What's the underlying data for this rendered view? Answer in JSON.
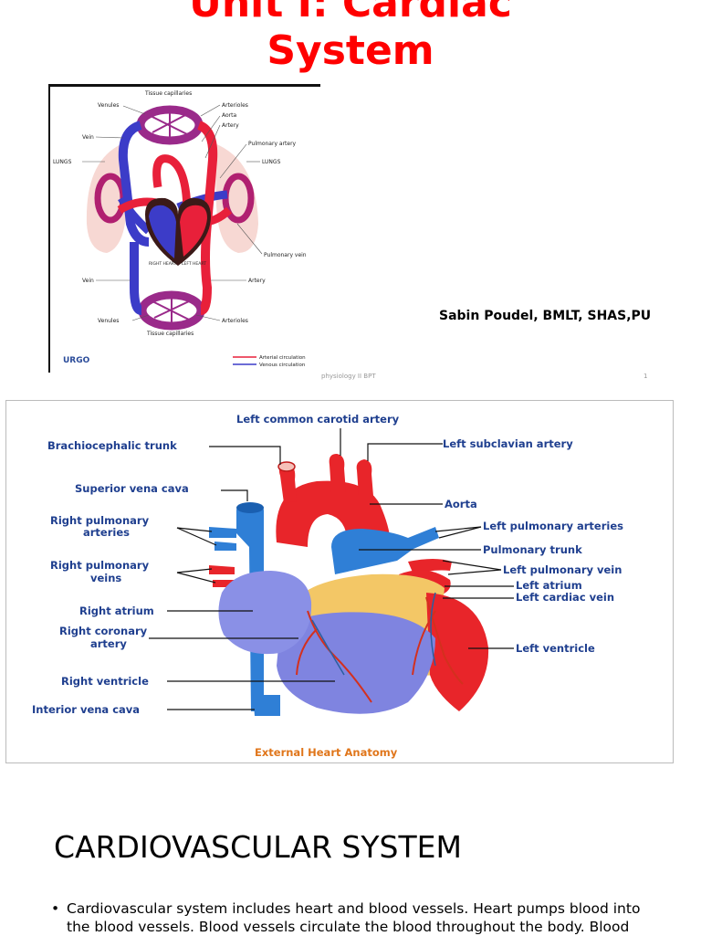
{
  "slide1": {
    "title_line1": "Unit I: Cardiac",
    "title_line2": "System",
    "author": "Sabin Poudel, BMLT, SHAS,PU",
    "footer_left": "physiology II BPT",
    "footer_right": "1",
    "circulation_diagram": {
      "labels": {
        "tissue_capillaries_top": "Tissue capillaries",
        "venules_top": "Venules",
        "arterioles_top": "Arterioles",
        "aorta": "Aorta",
        "artery_top": "Artery",
        "vein_top": "Vein",
        "pulmonary_artery": "Pulmonary artery",
        "lungs_left": "LUNGS",
        "lungs_right": "LUNGS",
        "pulmonary_vein": "Pulmonary vein",
        "right_heart": "RIGHT HEART",
        "left_heart": "LEFT HEART",
        "vein_bottom": "Vein",
        "artery_bottom": "Artery",
        "venules_bottom": "Venules",
        "arterioles_bottom": "Arterioles",
        "tissue_capillaries_bottom": "Tissue capillaries",
        "logo": "URGO",
        "legend_arterial": "Arterial circulation",
        "legend_venous": "Venous circulation"
      },
      "colors": {
        "arterial": "#e8203a",
        "venous": "#3c3cc8"
      }
    }
  },
  "slide2": {
    "heart_diagram": {
      "labels": {
        "left_common_carotid_artery": "Left common carotid artery",
        "brachiocephalic_trunk": "Brachiocephalic trunk",
        "left_subclavian_artery": "Left subclavian artery",
        "superior_vena_cava": "Superior vena cava",
        "aorta": "Aorta",
        "right_pulmonary_arteries": "Right pulmonary arteries",
        "left_pulmonary_arteries": "Left pulmonary arteries",
        "pulmonary_trunk": "Pulmonary trunk",
        "right_pulmonary_veins": "Right pulmonary veins",
        "left_pulmonary_vein": "Left pulmonary vein",
        "left_atrium": "Left atrium",
        "left_cardiac_vein": "Left cardiac vein",
        "right_atrium": "Right atrium",
        "right_coronary_artery": "Right coronary artery",
        "left_ventricle": "Left ventricle",
        "right_ventricle": "Right ventricle",
        "inferior_vena_cava": "Interior vena cava",
        "caption": "External Heart Anatomy"
      },
      "colors": {
        "label": "#1f3f8f",
        "caption": "#e0761b",
        "artery": "#e8252a",
        "vein": "#2f6fd0",
        "ventricle": "#7f84e0"
      }
    }
  },
  "slide3": {
    "heading": "CARDIOVASCULAR SYSTEM",
    "bullet_symbol": "•",
    "bullet_text": "Cardiovascular system includes heart and blood vessels. Heart pumps blood into the blood vessels. Blood vessels circulate the blood throughout the body. Blood"
  }
}
